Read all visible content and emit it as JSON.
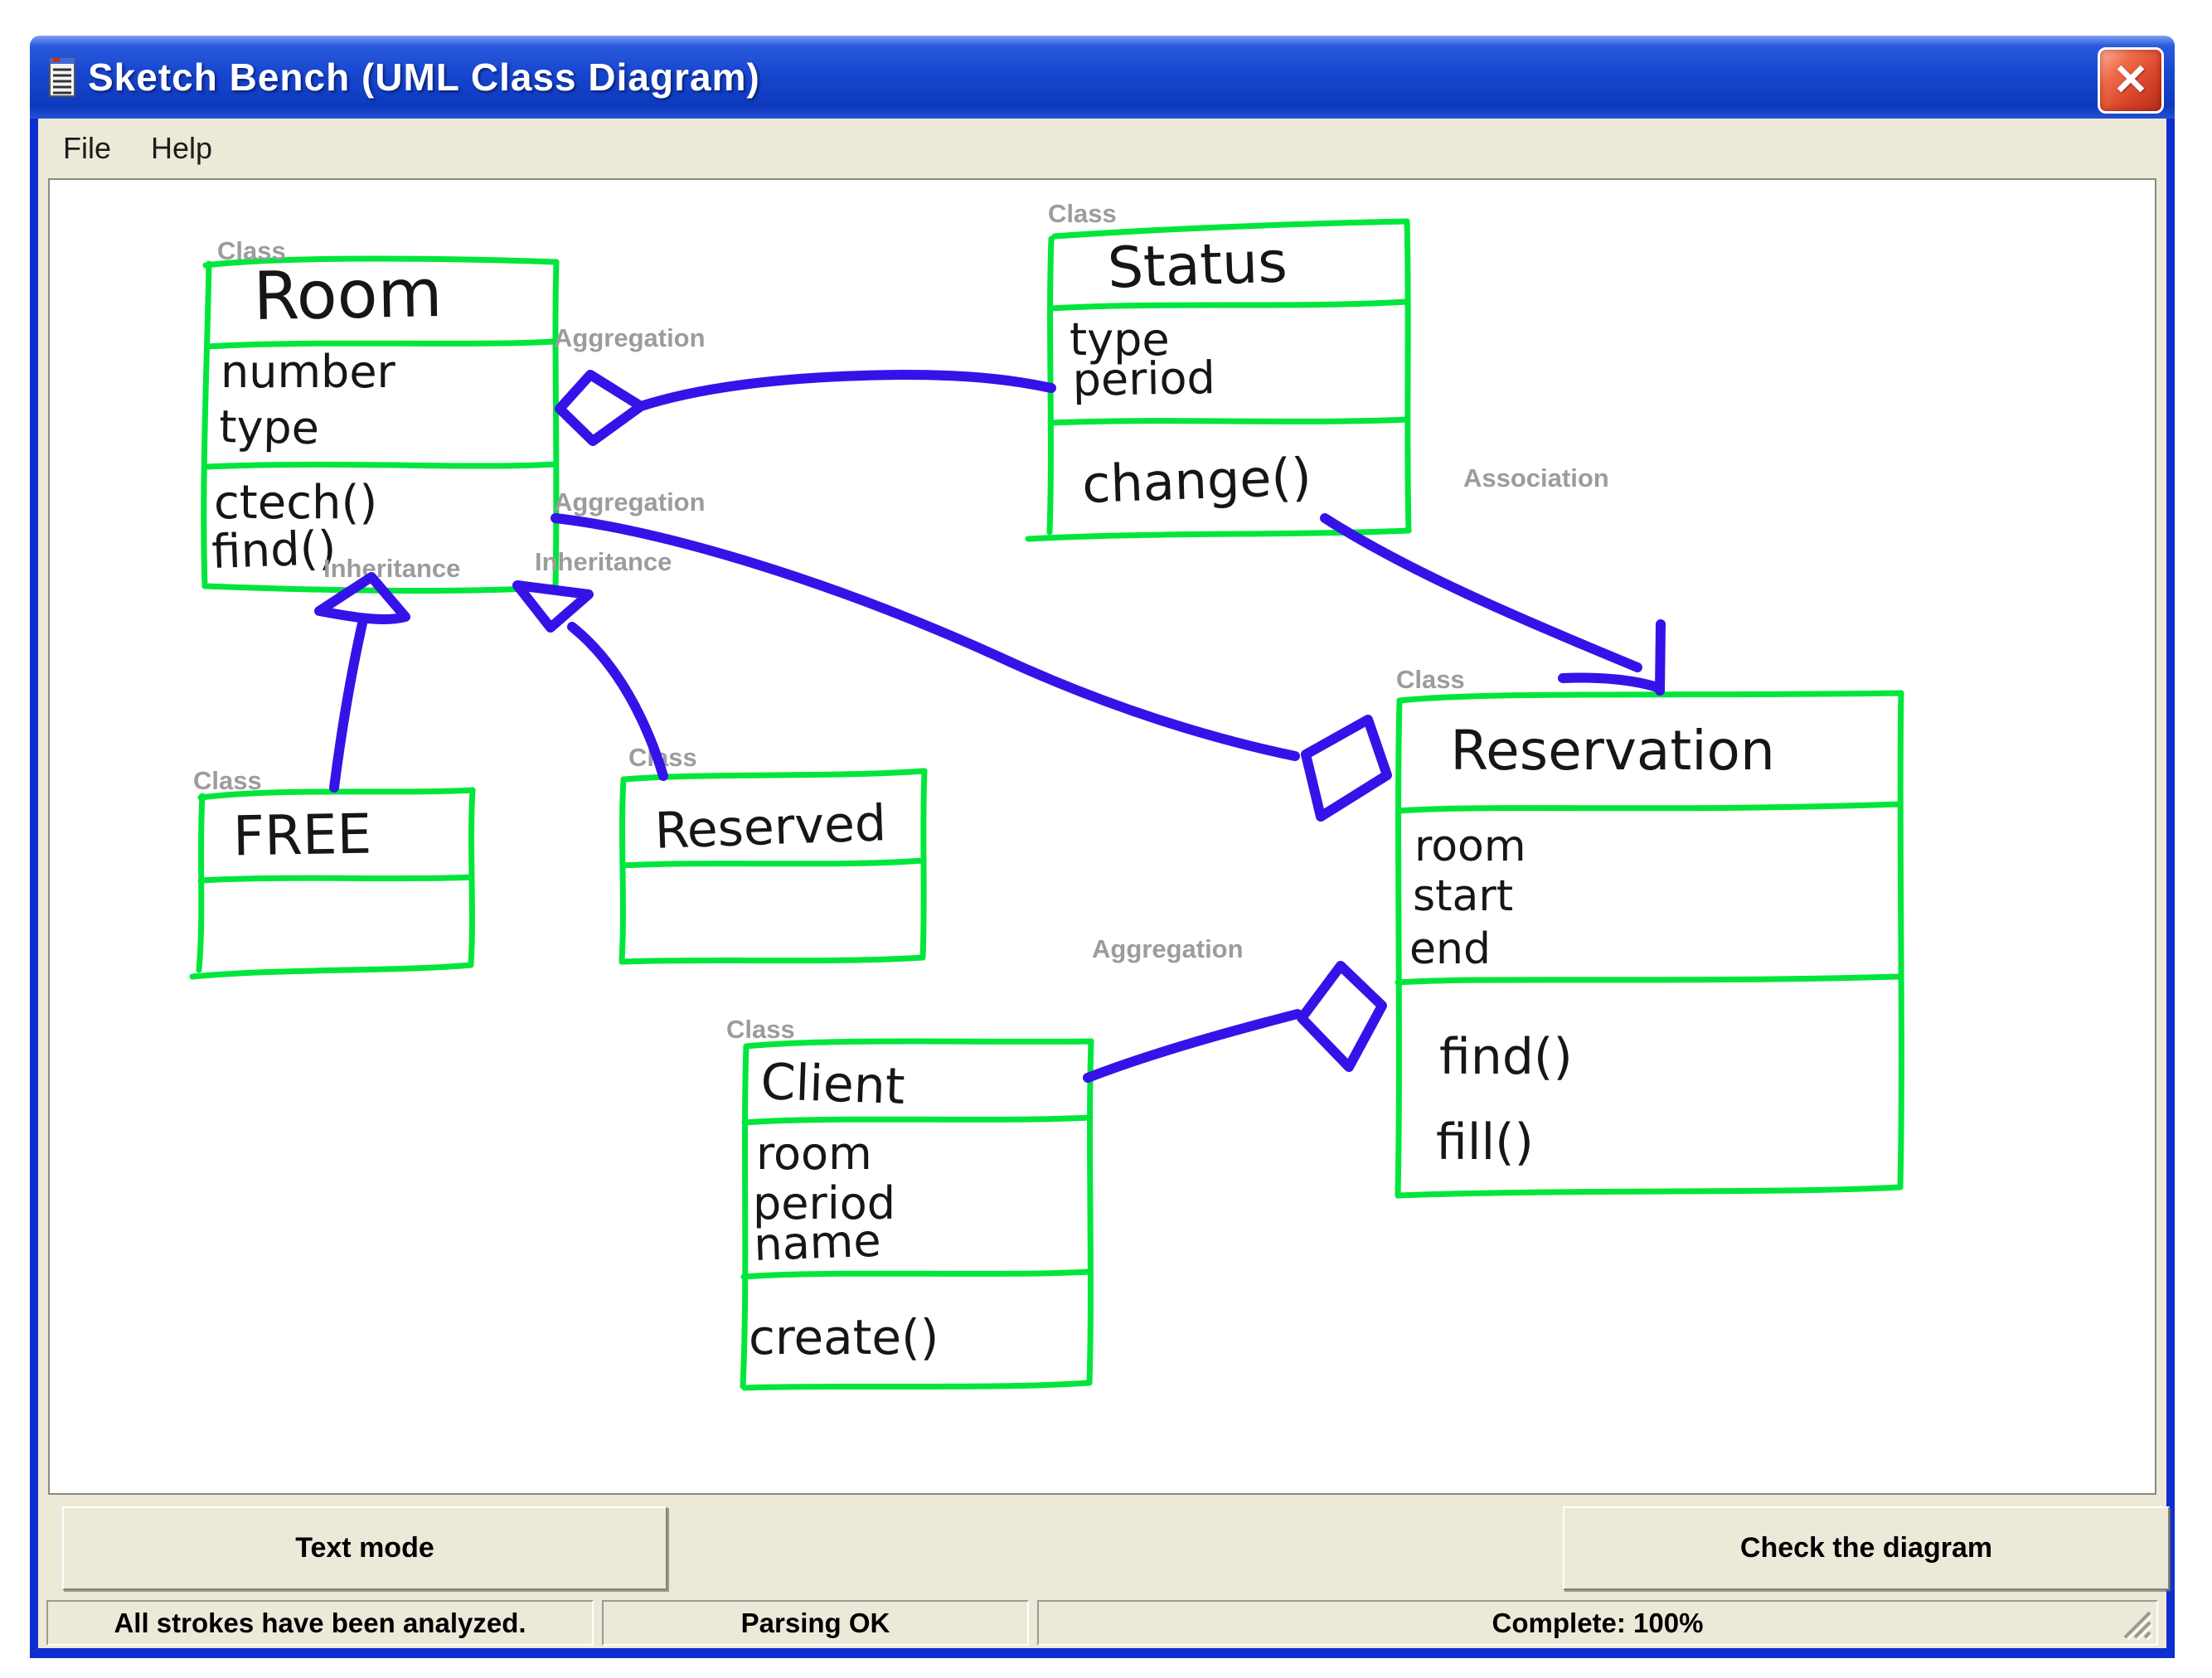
{
  "window": {
    "title": "Sketch Bench (UML Class Diagram)",
    "menu": [
      "File",
      "Help"
    ],
    "buttons": {
      "text_mode": "Text mode",
      "check_diagram": "Check the diagram"
    },
    "status": {
      "left": "All strokes have been analyzed.",
      "middle": "Parsing OK",
      "right": "Complete: 100%"
    }
  },
  "icons": {
    "close": "✕",
    "app": "notepad-icon"
  },
  "annotations": {
    "class": "Class",
    "aggregation": "Aggregation",
    "association": "Association",
    "inheritance": "Inheritance"
  },
  "classes": [
    {
      "name": "Room",
      "attributes": [
        "number",
        "type"
      ],
      "methods": [
        "ctech()",
        "find()"
      ]
    },
    {
      "name": "Status",
      "attributes": [
        "type",
        "period"
      ],
      "methods": [
        "change()"
      ]
    },
    {
      "name": "FREE",
      "attributes": [],
      "methods": []
    },
    {
      "name": "Reserved",
      "attributes": [],
      "methods": []
    },
    {
      "name": "Client",
      "attributes": [
        "room",
        "period",
        "name"
      ],
      "methods": [
        "create()"
      ]
    },
    {
      "name": "Reservation",
      "attributes": [
        "room",
        "start",
        "end"
      ],
      "methods": [
        "find()",
        "fill()"
      ]
    }
  ],
  "relations": [
    {
      "type": "Aggregation",
      "from": "Room",
      "to": "Status"
    },
    {
      "type": "Aggregation",
      "from": "Room",
      "to": "Reservation"
    },
    {
      "type": "Aggregation",
      "from": "Client",
      "to": "Reservation"
    },
    {
      "type": "Association",
      "from": "Status",
      "to": "Reservation"
    },
    {
      "type": "Inheritance",
      "from": "FREE",
      "to": "Room"
    },
    {
      "type": "Inheritance",
      "from": "Reserved",
      "to": "Room"
    }
  ],
  "colors": {
    "sketch_green": "#00e63c",
    "sketch_blue": "#3513e8",
    "label_gray": "#9c9c9c",
    "panel": "#ece9d8",
    "titlebar_blue": "#1747cf",
    "window_border_blue": "#0d2fd0",
    "close_red": "#d8432a"
  }
}
